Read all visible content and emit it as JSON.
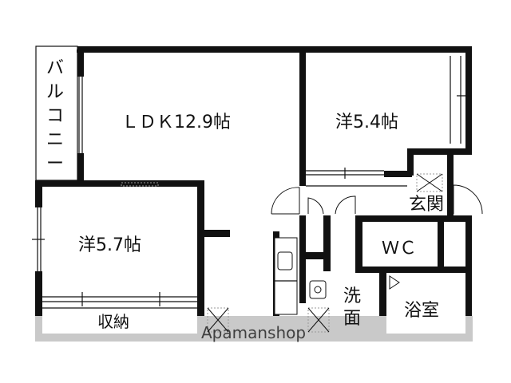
{
  "rooms": {
    "ldk": "ＬＤＫ12.9帖",
    "western_a": "洋5.4帖",
    "western_b": "洋5.7帖",
    "entrance": "玄関",
    "wc": "ＷＣ",
    "washroom_line1": "洗",
    "washroom_line2": "面",
    "bathroom": "浴室",
    "storage": "収納"
  },
  "balcony": {
    "chars": [
      "バ",
      "ル",
      "コ",
      "ニ",
      "ー"
    ]
  },
  "watermark": "Apamanshop"
}
